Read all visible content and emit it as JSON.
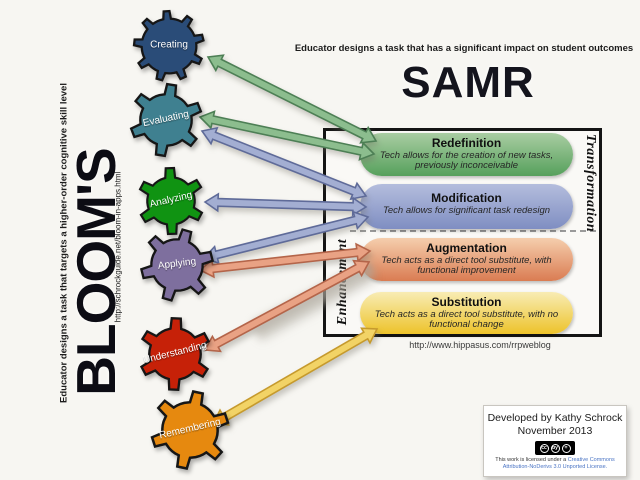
{
  "blooms": {
    "title": "BLOOM'S",
    "caption": "Educator designs a task that targets a higher-order cognitive skill level",
    "url": "http://schrockguide.net/bloom-in-apps.html",
    "gears": [
      {
        "label": "Creating",
        "color": "#2a4c78"
      },
      {
        "label": "Evaluating",
        "color": "#3f8090"
      },
      {
        "label": "Analyzing",
        "color": "#109312"
      },
      {
        "label": "Applying",
        "color": "#7e6f9e"
      },
      {
        "label": "Understanding",
        "color": "#c62108"
      },
      {
        "label": "Remembering",
        "color": "#e6890f"
      }
    ]
  },
  "samr": {
    "title": "SAMR",
    "caption": "Educator designs a task that has a significant impact on student outcomes",
    "url": "http://www.hippasus.com/rrpweblog",
    "transformation_label": "Transformation",
    "enhancement_label": "Enhancement",
    "levels": [
      {
        "name": "Redefinition",
        "description": "Tech allows for the creation of new tasks, previously inconceivable",
        "color_top": "#a9cda2",
        "color_bottom": "#56a05c"
      },
      {
        "name": "Modification",
        "description": "Tech allows for significant task redesign",
        "color_top": "#b4bddd",
        "color_bottom": "#7f8ec2"
      },
      {
        "name": "Augmentation",
        "description": "Tech acts as a direct tool substitute, with functional improvement",
        "color_top": "#f5cead",
        "color_bottom": "#da7c52"
      },
      {
        "name": "Substitution",
        "description": "Tech acts as a direct tool substitute, with no functional change",
        "color_top": "#f8ecb4",
        "color_bottom": "#edc32a"
      }
    ]
  },
  "connections": [
    {
      "from": "Creating",
      "to": "Redefinition",
      "palette": "green"
    },
    {
      "from": "Evaluating",
      "to": "Redefinition",
      "palette": "green"
    },
    {
      "from": "Evaluating",
      "to": "Modification",
      "palette": "blue"
    },
    {
      "from": "Analyzing",
      "to": "Modification",
      "palette": "blue"
    },
    {
      "from": "Applying",
      "to": "Modification",
      "palette": "blue"
    },
    {
      "from": "Applying",
      "to": "Augmentation",
      "palette": "orange"
    },
    {
      "from": "Understanding",
      "to": "Augmentation",
      "palette": "orange"
    },
    {
      "from": "Remembering",
      "to": "Substitution",
      "palette": "yellow"
    }
  ],
  "arrow_palettes": {
    "green": {
      "fill": "#8cbd8e",
      "stroke": "#4d7f55"
    },
    "blue": {
      "fill": "#a3aed2",
      "stroke": "#5f6b99"
    },
    "orange": {
      "fill": "#e9a284",
      "stroke": "#b4654a"
    },
    "yellow": {
      "fill": "#f2d366",
      "stroke": "#c69a2d"
    }
  },
  "credit": {
    "line1": "Developed by Kathy Schrock",
    "line2": "November 2013",
    "license_prefix": "This work is licensed under a ",
    "license_link": "Creative Commons Attribution-NoDerivs 3.0 Unported License.",
    "cc_icons": [
      "cc",
      "by",
      "="
    ]
  }
}
